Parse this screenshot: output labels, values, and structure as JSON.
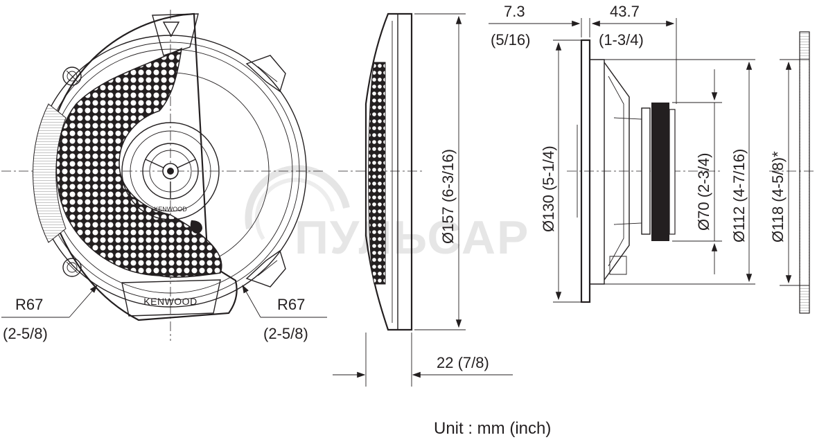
{
  "front_view": {
    "brand": "KENWOOD",
    "brand_small": "KENWOOD",
    "radius_left": "R67",
    "radius_left_inch": "(2-5/8)",
    "radius_right": "R67",
    "radius_right_inch": "(2-5/8)"
  },
  "side_view": {
    "outer_diameter": "Ø157 (6-3/16)",
    "depth": "22 (7/8)"
  },
  "profile_view": {
    "flange_thickness": "7.3",
    "flange_thickness_inch": "(5/16)",
    "mount_depth": "43.7",
    "mount_depth_inch": "(1-3/4)",
    "flange_diameter": "Ø130 (5-1/4)",
    "magnet_diameter": "Ø70 (2-3/4)",
    "basket_diameter": "Ø112 (4-7/16)",
    "cutout_diameter": "Ø118 (4-5/8)*"
  },
  "watermark": "ПУЛЬСАР",
  "unit_note": "Unit : mm (inch)"
}
